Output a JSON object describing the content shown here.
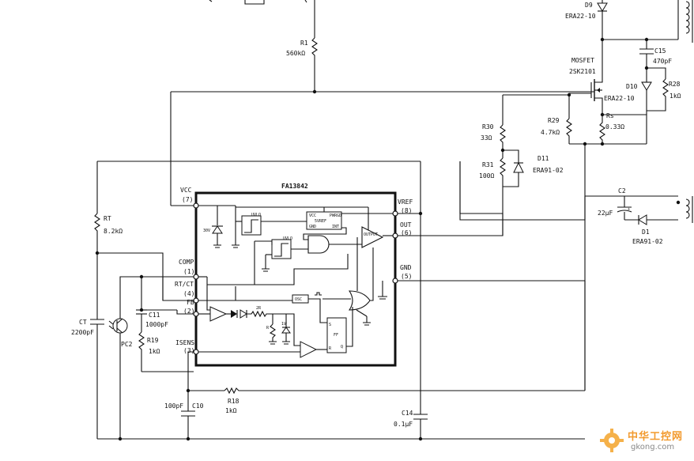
{
  "ic": {
    "name": "FA13842"
  },
  "pins": {
    "vcc": "VCC",
    "vcc_no": "(7)",
    "comp": "COMP",
    "comp_no": "(1)",
    "rtct": "RT/CT",
    "rtct_no": "(4)",
    "fb": "FB",
    "fb_no": "(2)",
    "isens": "ISENS",
    "isens_no": "(3)",
    "vref": "VREF",
    "vref_no": "(8)",
    "out": "OUT",
    "out_no": "(6)",
    "gnd": "GND",
    "gnd_no": "(5)"
  },
  "internal": {
    "uvlo1": "UVLO",
    "uvlo2": "UVLO",
    "vcc": "VCC",
    "vref": "5VREF",
    "gnd": "GND",
    "pwrgd": "PWRGD",
    "int": "INT",
    "zener": "30V",
    "osc": "OSC",
    "r2r": "2R",
    "r": "R",
    "v1": "1V",
    "ff": "FF",
    "s": "S",
    "rr": "R",
    "q": "Q",
    "drv": "OUTPUT"
  },
  "components": {
    "r1": {
      "ref": "R1",
      "value": "560kΩ"
    },
    "rt": {
      "ref": "RT",
      "value": "8.2kΩ"
    },
    "ct": {
      "ref": "CT",
      "value": "2200pF"
    },
    "c11": {
      "ref": "C11",
      "value": "1000pF"
    },
    "r19": {
      "ref": "R19",
      "value": "1kΩ"
    },
    "pc2": {
      "ref": "PC2"
    },
    "r18": {
      "ref": "R18",
      "value": "1kΩ"
    },
    "c10": {
      "ref": "C10",
      "value": "100pF"
    },
    "c14": {
      "ref": "C14",
      "value": "0.1μF"
    },
    "r30": {
      "ref": "R30",
      "value": "33Ω"
    },
    "r31": {
      "ref": "R31",
      "value": "100Ω"
    },
    "d11": {
      "ref": "D11",
      "value": "ERA91-02"
    },
    "r29": {
      "ref": "R29",
      "value": "4.7kΩ"
    },
    "rs": {
      "ref": "Rs",
      "value": "0.33Ω"
    },
    "mosfet": {
      "ref": "MOSFET",
      "value": "2SK2101"
    },
    "d9": {
      "ref": "D9",
      "value": "ERA22-10"
    },
    "c15": {
      "ref": "C15",
      "value": "470pF"
    },
    "d10": {
      "ref": "D10",
      "value": "ERA22-10"
    },
    "r28": {
      "ref": "R28",
      "value": "1kΩ"
    },
    "c2": {
      "ref": "C2",
      "value": "22μF"
    },
    "d1": {
      "ref": "D1",
      "value": "ERA91-02"
    }
  },
  "watermark": {
    "cn": "中华工控网",
    "url": "gkong.com"
  }
}
